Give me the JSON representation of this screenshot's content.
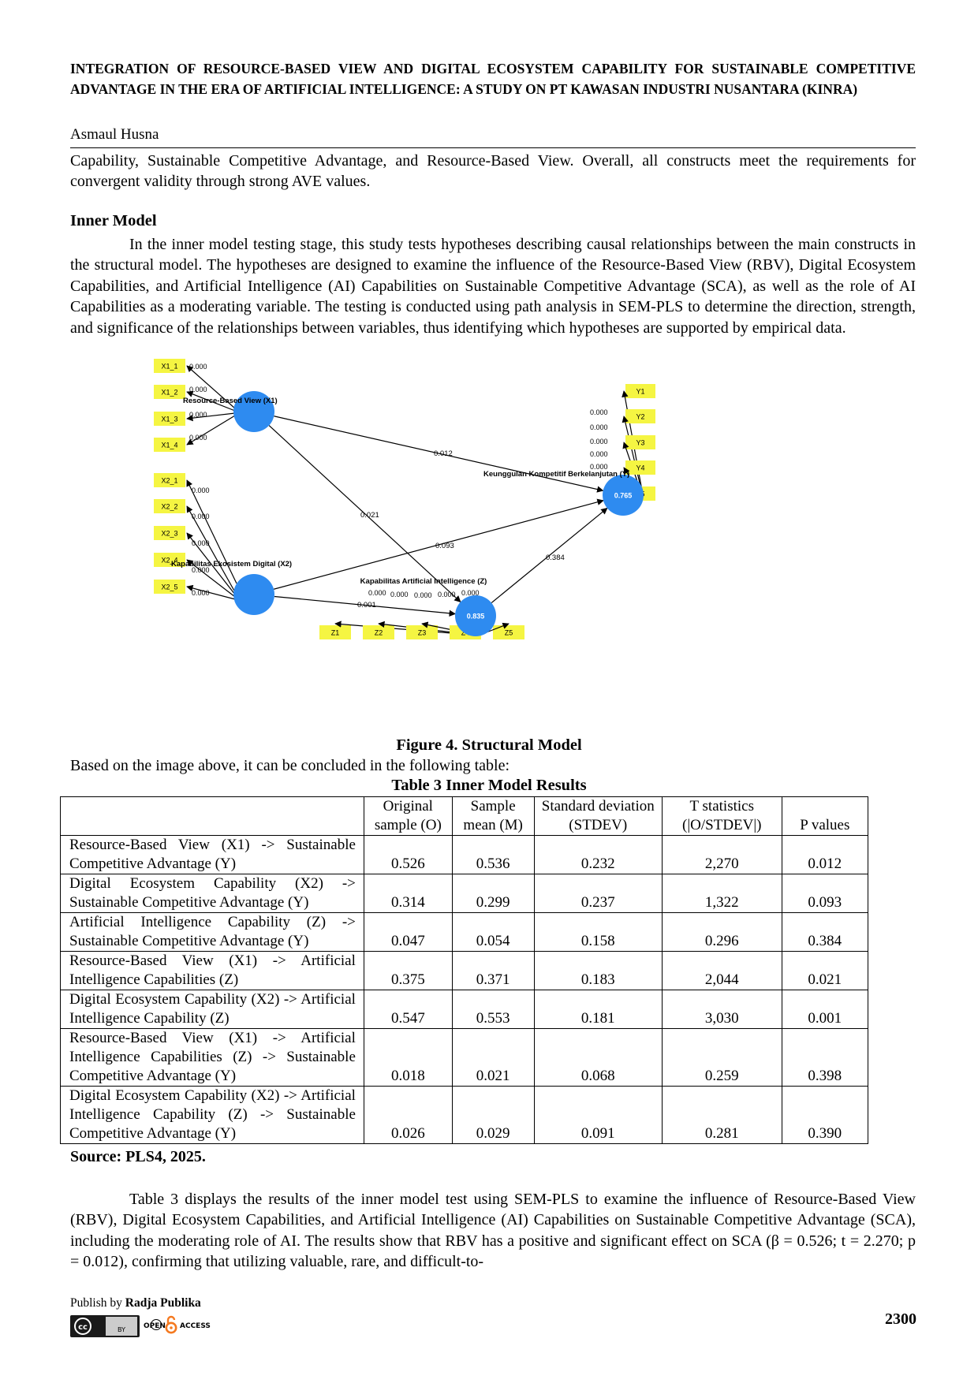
{
  "header": {
    "title": "INTEGRATION OF RESOURCE-BASED VIEW AND DIGITAL ECOSYSTEM CAPABILITY FOR SUSTAINABLE COMPETITIVE ADVANTAGE IN THE ERA OF ARTIFICIAL INTELLIGENCE: A STUDY ON PT KAWASAN INDUSTRI NUSANTARA (KINRA)",
    "author": "Asmaul Husna"
  },
  "body": {
    "intro_paragraph": "Capability, Sustainable Competitive Advantage, and Resource-Based View. Overall, all constructs meet the requirements for convergent validity through strong AVE values.",
    "inner_model_heading": "Inner Model",
    "inner_model_paragraph": "In the inner model testing stage, this study tests hypotheses describing causal relationships between the main constructs in the structural model. The hypotheses are designed to examine the influence of the Resource-Based View (RBV), Digital Ecosystem Capabilities, and Artificial Intelligence (AI) Capabilities on Sustainable Competitive Advantage (SCA), as well as the role of AI Capabilities as a moderating variable. The testing is conducted using path analysis in SEM-PLS to determine the direction, strength, and significance of the relationships between variables, thus identifying which hypotheses are supported by empirical data.",
    "figure_caption": "Figure 4. Structural Model",
    "table_intro": "Based on the image above, it can be concluded in the following table:",
    "table_caption": "Table 3 Inner Model Results",
    "source": "Source: PLS4, 2025.",
    "discussion_paragraph": "Table 3 displays the results of the inner model test using SEM-PLS to examine the influence of Resource-Based View (RBV), Digital Ecosystem Capabilities, and Artificial Intelligence (AI) Capabilities on Sustainable Competitive Advantage (SCA), including the moderating role of AI. The results show that RBV has a positive and significant effect on SCA (β = 0.526; t = 2.270; p = 0.012), confirming that utilizing valuable, rare, and difficult-to-"
  },
  "diagram": {
    "constructs": {
      "x1": {
        "label": "Resource-Based View (X1)",
        "value": ""
      },
      "x2": {
        "label": "Kapabilitas Ekosistem Digital (X2)",
        "value": ""
      },
      "z": {
        "label": "Kapabilitas Artificial Intelligence (Z)",
        "value": "0.835"
      },
      "y": {
        "label": "Keunggulan Kompetitif Berkelanjutan (Y)",
        "value": "0.765"
      }
    },
    "indicators": {
      "x1": [
        "X1_1",
        "X1_2",
        "X1_3",
        "X1_4"
      ],
      "x2": [
        "X2_1",
        "X2_2",
        "X2_3",
        "X2_4",
        "X2_5"
      ],
      "y": [
        "Y1",
        "Y2",
        "Y3",
        "Y4",
        "Y5"
      ],
      "z": [
        "Z1",
        "Z2",
        "Z3",
        "Z4",
        "Z5"
      ]
    },
    "loadings": {
      "x1": [
        "0.000",
        "0.000",
        "0.000",
        "0.000"
      ],
      "x2": [
        "0.000",
        "0.000",
        "0.000",
        "0.000",
        "0.000"
      ],
      "y": [
        "0.000",
        "0.000",
        "0.000",
        "0.000",
        "0.000"
      ],
      "z": [
        "0.000",
        "0.000",
        "0.000",
        "0.000",
        "0.000"
      ]
    },
    "paths": {
      "x1_y": "0.012",
      "x1_z": "0.021",
      "x2_y": "0.093",
      "x2_z": "0.001",
      "z_y": "0.384"
    },
    "colors": {
      "construct": "#2e8bf0",
      "indicator": "#f5f542",
      "arrow": "#000000"
    }
  },
  "table": {
    "headers": [
      "",
      "Original sample (O)",
      "Sample mean (M)",
      "Standard deviation (STDEV)",
      "T statistics (|O/STDEV|)",
      "P values"
    ],
    "rows": [
      {
        "path": "Resource-Based View (X1) -> Sustainable Competitive Advantage (Y)",
        "o": "0.526",
        "m": "0.536",
        "stdev": "0.232",
        "t": "2,270",
        "p": "0.012"
      },
      {
        "path": "Digital Ecosystem Capability (X2) -> Sustainable Competitive Advantage (Y)",
        "o": "0.314",
        "m": "0.299",
        "stdev": "0.237",
        "t": "1,322",
        "p": "0.093"
      },
      {
        "path": "Artificial Intelligence Capability (Z) -> Sustainable Competitive Advantage (Y)",
        "o": "0.047",
        "m": "0.054",
        "stdev": "0.158",
        "t": "0.296",
        "p": "0.384"
      },
      {
        "path": "Resource-Based View (X1) -> Artificial Intelligence Capabilities (Z)",
        "o": "0.375",
        "m": "0.371",
        "stdev": "0.183",
        "t": "2,044",
        "p": "0.021"
      },
      {
        "path": "Digital Ecosystem Capability (X2) -> Artificial Intelligence Capability (Z)",
        "o": "0.547",
        "m": "0.553",
        "stdev": "0.181",
        "t": "3,030",
        "p": "0.001"
      },
      {
        "path": "Resource-Based View (X1) -> Artificial Intelligence Capabilities (Z) -> Sustainable Competitive Advantage (Y)",
        "o": "0.018",
        "m": "0.021",
        "stdev": "0.068",
        "t": "0.259",
        "p": "0.398"
      },
      {
        "path": "Digital Ecosystem Capability (X2) -> Artificial Intelligence Capability (Z) -> Sustainable Competitive Advantage (Y)",
        "o": "0.026",
        "m": "0.029",
        "stdev": "0.091",
        "t": "0.281",
        "p": "0.390"
      }
    ]
  },
  "footer": {
    "publish_prefix": "Publish by",
    "publisher": "Radja Publika",
    "license_badge": "cc-by-icon",
    "open_access_left": "OPEN",
    "open_access_right": "ACCESS",
    "page_number": "2300"
  }
}
